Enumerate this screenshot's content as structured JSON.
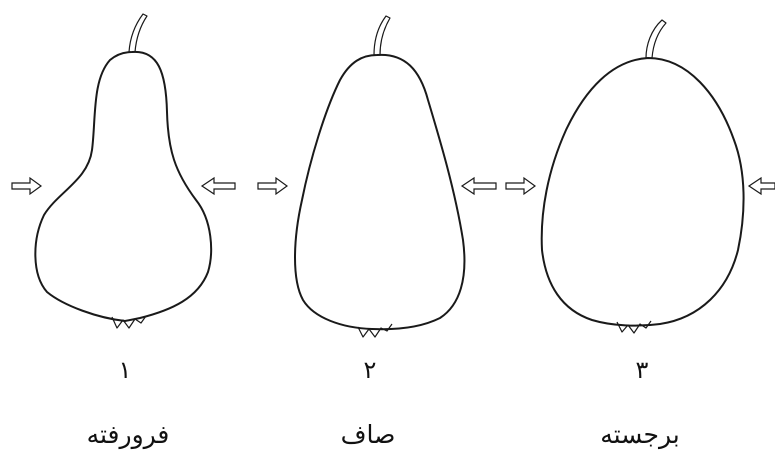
{
  "figure": {
    "items": [
      {
        "number": "١",
        "label": "فرورفته"
      },
      {
        "number": "٢",
        "label": "صاف"
      },
      {
        "number": "٣",
        "label": "برجسته"
      }
    ]
  }
}
